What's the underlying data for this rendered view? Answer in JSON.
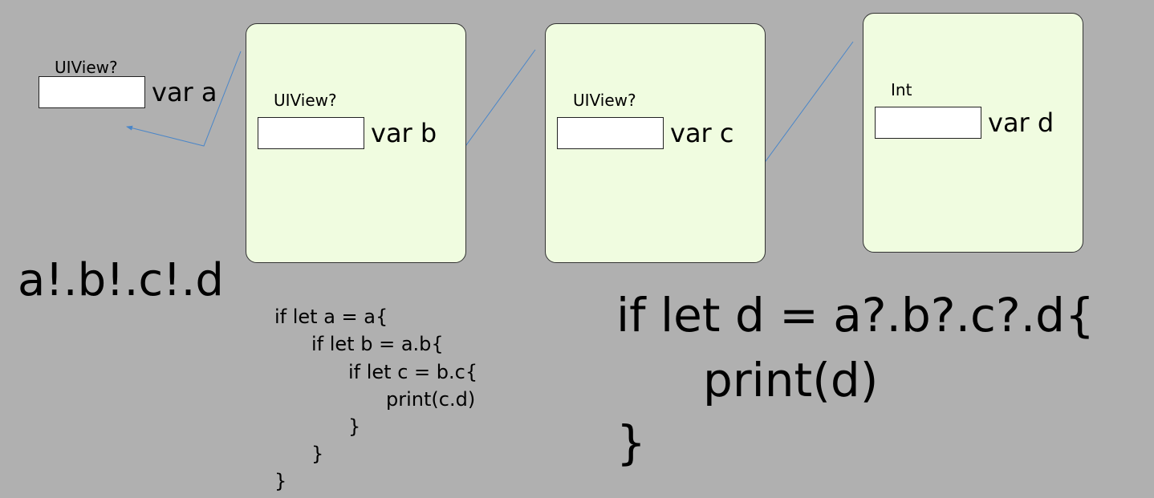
{
  "var_a": {
    "type": "UIView?",
    "name": "var a"
  },
  "obj_b": {
    "type": "UIView?",
    "name": "var b"
  },
  "obj_c": {
    "type": "UIView?",
    "name": "var c"
  },
  "obj_d": {
    "type": "Int",
    "name": "var d"
  },
  "force_unwrap_expr": "a!.b!.c!.d",
  "nested_code": [
    "if let a = a{",
    "if let b = a.b{",
    "if let c = b.c{",
    "print(c.d)",
    "}",
    "}",
    "}"
  ],
  "chain_code": [
    "if let d = a?.b?.c?.d{",
    "print(d)",
    "}"
  ],
  "colors": {
    "background": "#b0b0b0",
    "object_fill": "#f0fce0",
    "arrow": "#4a86c8"
  }
}
